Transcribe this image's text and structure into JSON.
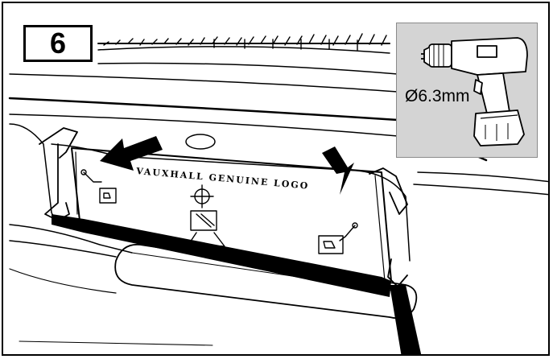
{
  "step": {
    "number": "6"
  },
  "tool": {
    "name": "drill-icon",
    "size_label": "Ø6.3mm"
  },
  "panel": {
    "stamped_text": "VAUXHALL GENUINE LOGO"
  },
  "colors": {
    "panel_bg": "#d4d4d4",
    "line": "#000000",
    "background": "#ffffff"
  }
}
